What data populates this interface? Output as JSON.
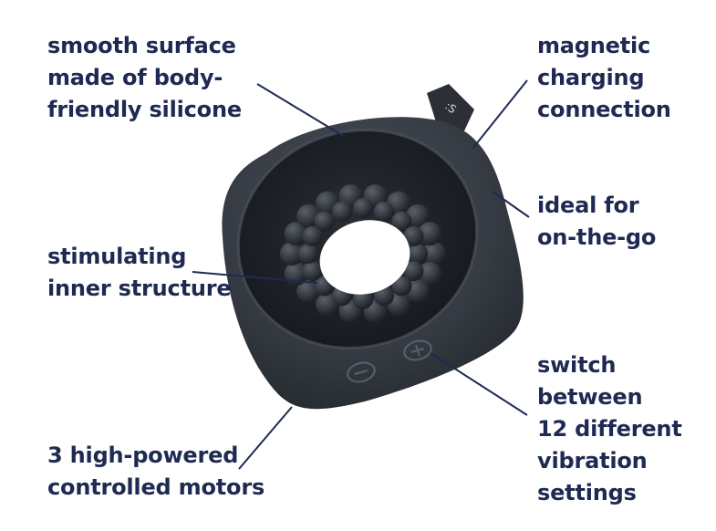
{
  "colors": {
    "text": "#1f2a52",
    "leader_line": "#1f2a52",
    "product_body": "#3a3f47",
    "product_shadow": "#22262c"
  },
  "product": {
    "icon": "ring-device",
    "charging_tab_mark": ":S",
    "minus_button_icon": "minus-icon",
    "plus_button_icon": "plus-icon"
  },
  "callouts": {
    "surface": {
      "lines": [
        "smooth surface",
        "made of body-",
        "friendly silicone"
      ]
    },
    "charging": {
      "lines": [
        "magnetic",
        "charging",
        "connection"
      ]
    },
    "onthego": {
      "lines": [
        "ideal for",
        "on-the-go"
      ]
    },
    "inner": {
      "lines": [
        "stimulating",
        "inner structure"
      ]
    },
    "switch": {
      "lines": [
        "switch",
        "between",
        "12 different",
        "vibration",
        "settings"
      ]
    },
    "motors": {
      "lines": [
        "3 high-powered",
        "controlled motors"
      ]
    }
  }
}
